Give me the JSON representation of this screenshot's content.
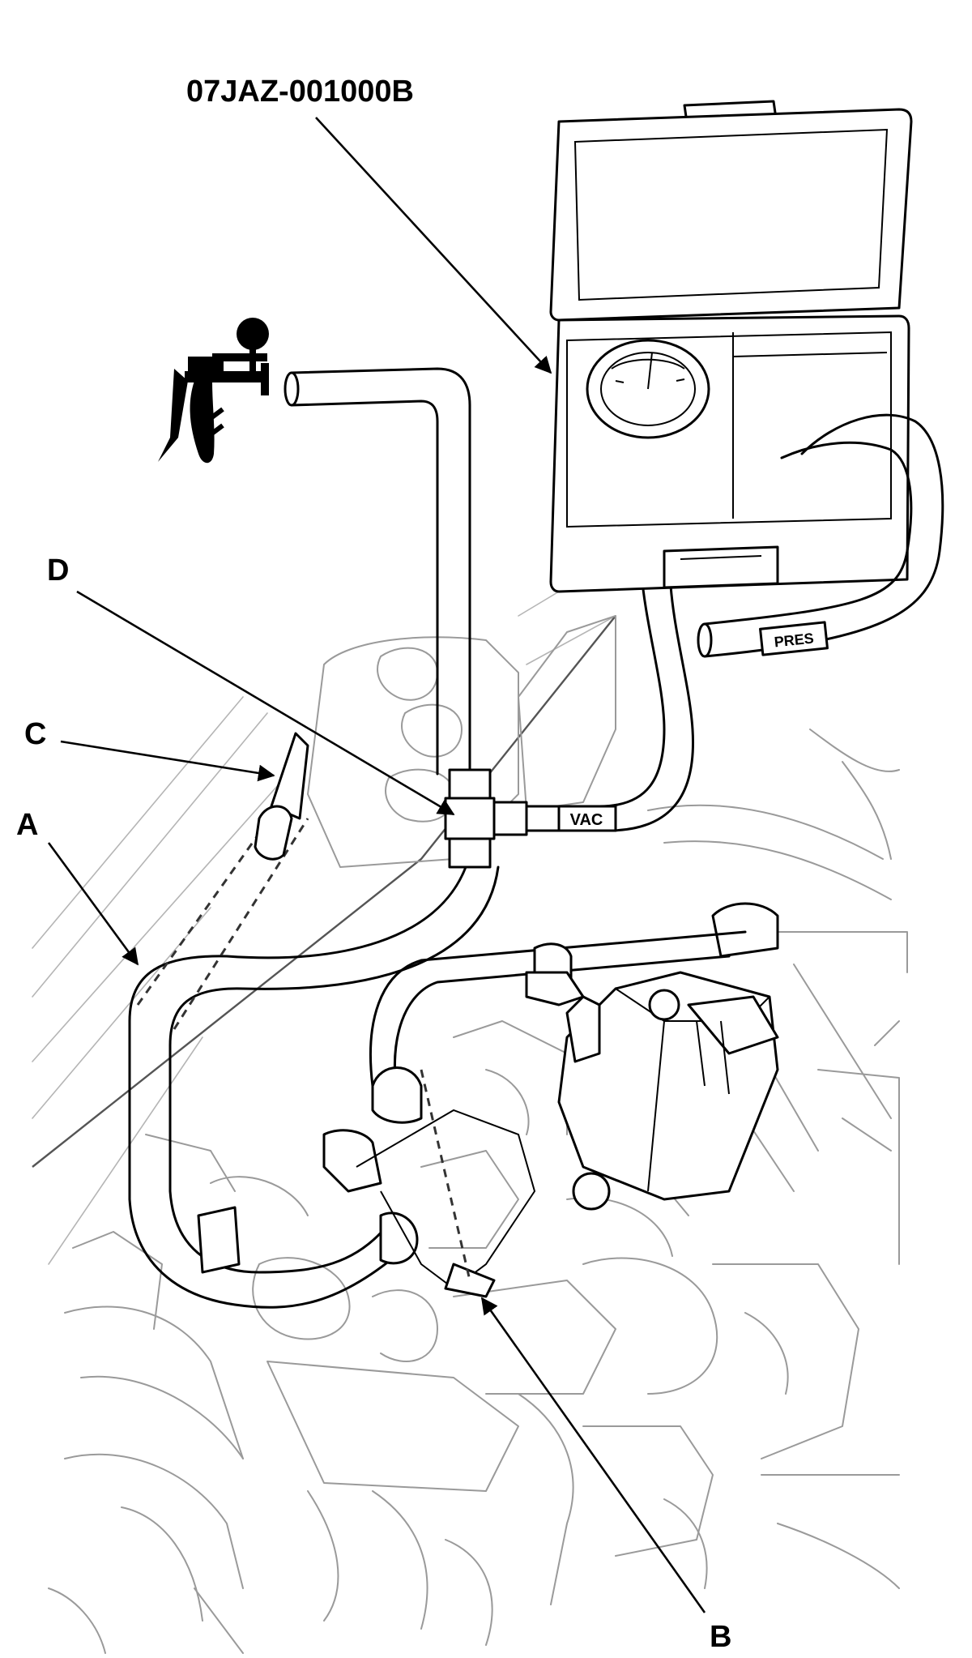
{
  "figure": {
    "tool_label": "07JAZ-001000B",
    "callouts": {
      "a": "A",
      "b": "B",
      "c": "C",
      "d": "D"
    },
    "hose_marks": {
      "vac": "VAC",
      "pres": "PRES"
    },
    "icons": [
      "vacuum-pump-icon",
      "pressure-gauge-icon",
      "tester-case-icon"
    ]
  }
}
